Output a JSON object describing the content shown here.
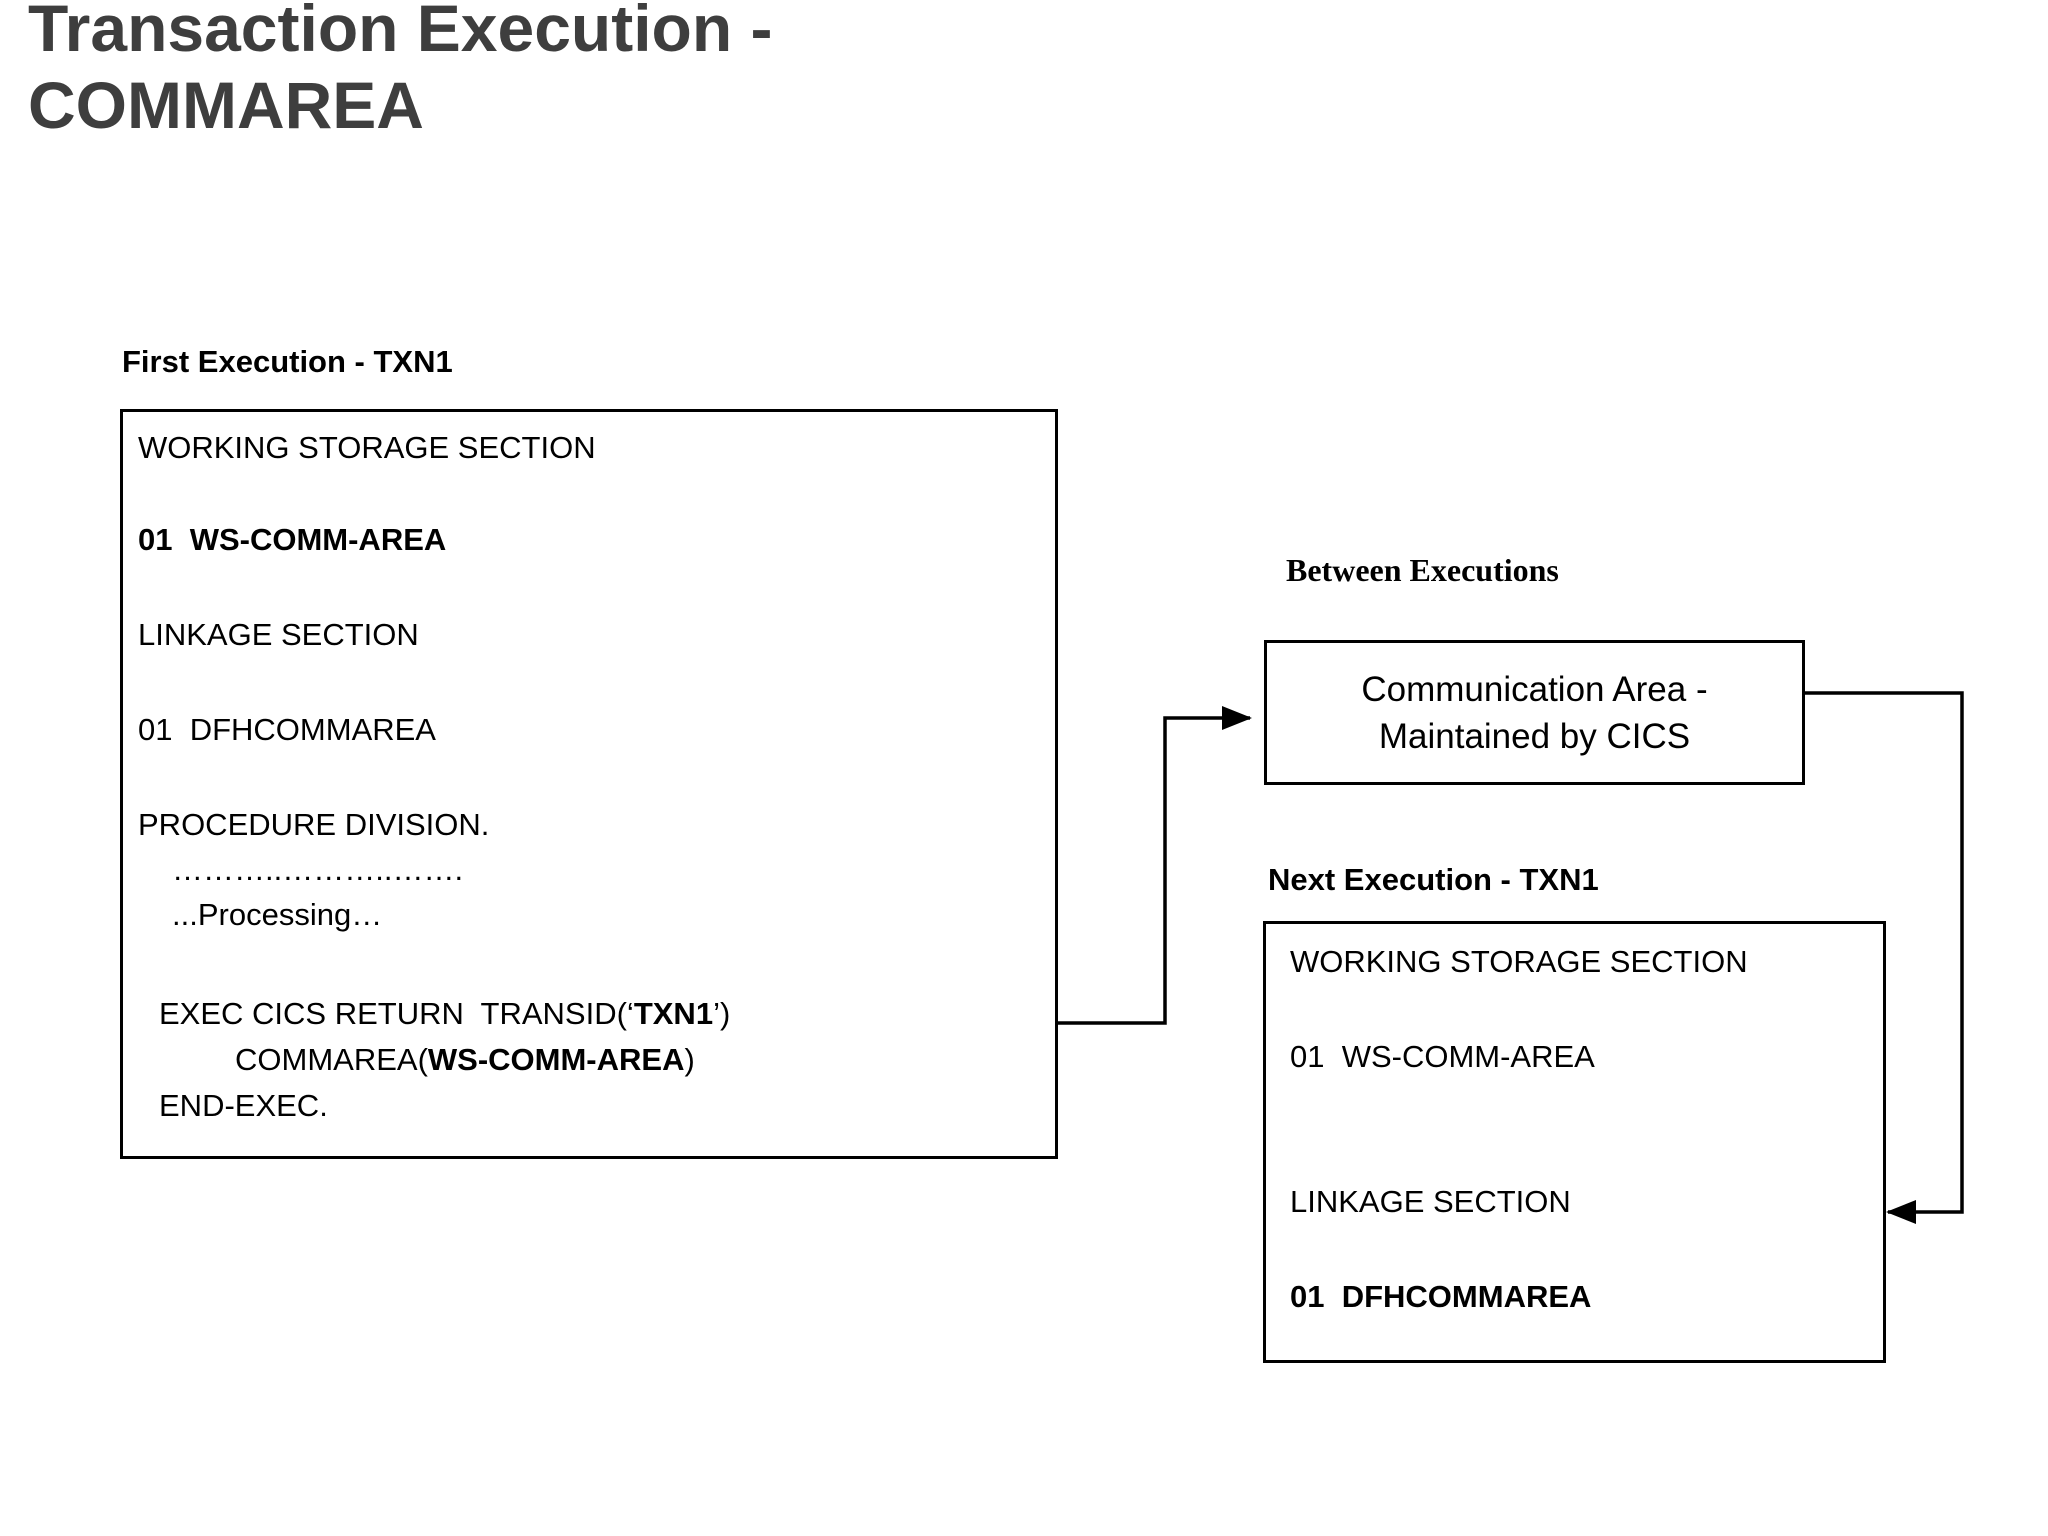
{
  "title": "Transaction Execution - COMMAREA",
  "first_execution": {
    "label": "First Execution - TXN1",
    "lines": {
      "l1": "WORKING STORAGE SECTION",
      "l2": "01  WS-COMM-AREA",
      "l3": "LINKAGE SECTION",
      "l4": "01  DFHCOMMAREA",
      "l5": "PROCEDURE DIVISION.",
      "l6": "………..………..…….",
      "l7": "...Processing…",
      "l8_pre": "EXEC CICS RETURN  TRANSID(‘",
      "l8_bold": "TXN1",
      "l8_post": "’)",
      "l9_pre": "COMMAREA(",
      "l9_bold": "WS-COMM-AREA",
      "l9_post": ")",
      "l10": "END-EXEC."
    }
  },
  "between_executions": {
    "label": "Between Executions",
    "box_line1": "Communication Area -",
    "box_line2": "Maintained by CICS"
  },
  "next_execution": {
    "label": "Next Execution - TXN1",
    "lines": {
      "l1": "WORKING STORAGE SECTION",
      "l2": "01  WS-COMM-AREA",
      "l3": "LINKAGE SECTION",
      "l4": "01  DFHCOMMAREA"
    }
  },
  "colors": {
    "title": "#3e3e3e",
    "ink": "#000000",
    "background": "#ffffff"
  }
}
